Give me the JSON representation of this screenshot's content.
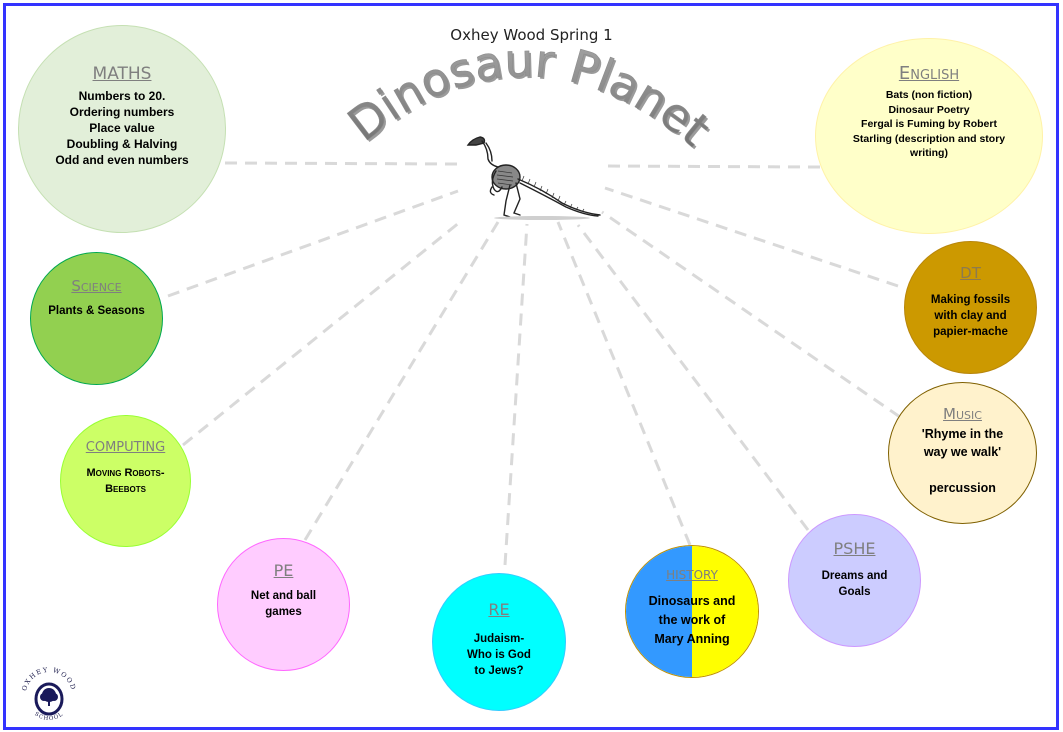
{
  "header": {
    "subtitle": "Oxhey Wood Spring 1",
    "title": "Dinosaur Planet"
  },
  "centre_image": {
    "icon": "dinosaur-skeleton-icon"
  },
  "logo": {
    "text_top": "OXHEY WOOD",
    "text_bottom": "SCHOOL",
    "icon": "tree-icon"
  },
  "colors": {
    "frame": "#3333ff",
    "connector": "#d9d9d9",
    "heading": "#7f7f7f"
  },
  "subjects": {
    "maths": {
      "heading": "MATHS",
      "body": "Numbers to 20.\nOrdering numbers\nPlace value\nDoubling & Halving\nOdd and even numbers",
      "fill": "#e2efd9",
      "stroke": "#c5e0b3"
    },
    "english": {
      "heading": "English",
      "body": "Bats (non fiction)\nDinosaur Poetry\nFergal is Fuming by Robert\nStarling  (description and story\nwriting)",
      "fill": "#ffffc9",
      "stroke": "#fff2a8"
    },
    "science": {
      "heading": "Science",
      "body": "Plants & Seasons",
      "fill": "#92d050",
      "stroke": "#00a84f"
    },
    "computing": {
      "heading": "COMPUTING",
      "body": "Moving Robots-\nBeebots",
      "fill": "#ccff66",
      "stroke": "#99ff33"
    },
    "dt": {
      "heading": "DT",
      "body": "Making fossils\nwith clay and\npapier-mache",
      "fill": "#cc9900",
      "stroke": "#b8860b"
    },
    "music": {
      "heading": "Music",
      "body": "'Rhyme in the\nway we walk'\n\npercussion",
      "fill": "#fff2cc",
      "stroke": "#7f6000"
    },
    "pe": {
      "heading": "PE",
      "body": "Net and ball\ngames",
      "fill": "#ffccff",
      "stroke": "#ff66ff"
    },
    "re": {
      "heading": "RE",
      "body": "Judaism-\nWho is God\nto Jews?",
      "fill": "#00ffff",
      "stroke": "#33ccff"
    },
    "history": {
      "heading": "HISTORY",
      "body": "Dinosaurs and\nthe work of\nMary Anning",
      "fill_left": "#3399ff",
      "fill_right": "#ffff00",
      "stroke": "#bf9000"
    },
    "pshe": {
      "heading": "PSHE",
      "body": "Dreams and\nGoals",
      "fill": "#ccccff",
      "stroke": "#cc99ff"
    }
  }
}
